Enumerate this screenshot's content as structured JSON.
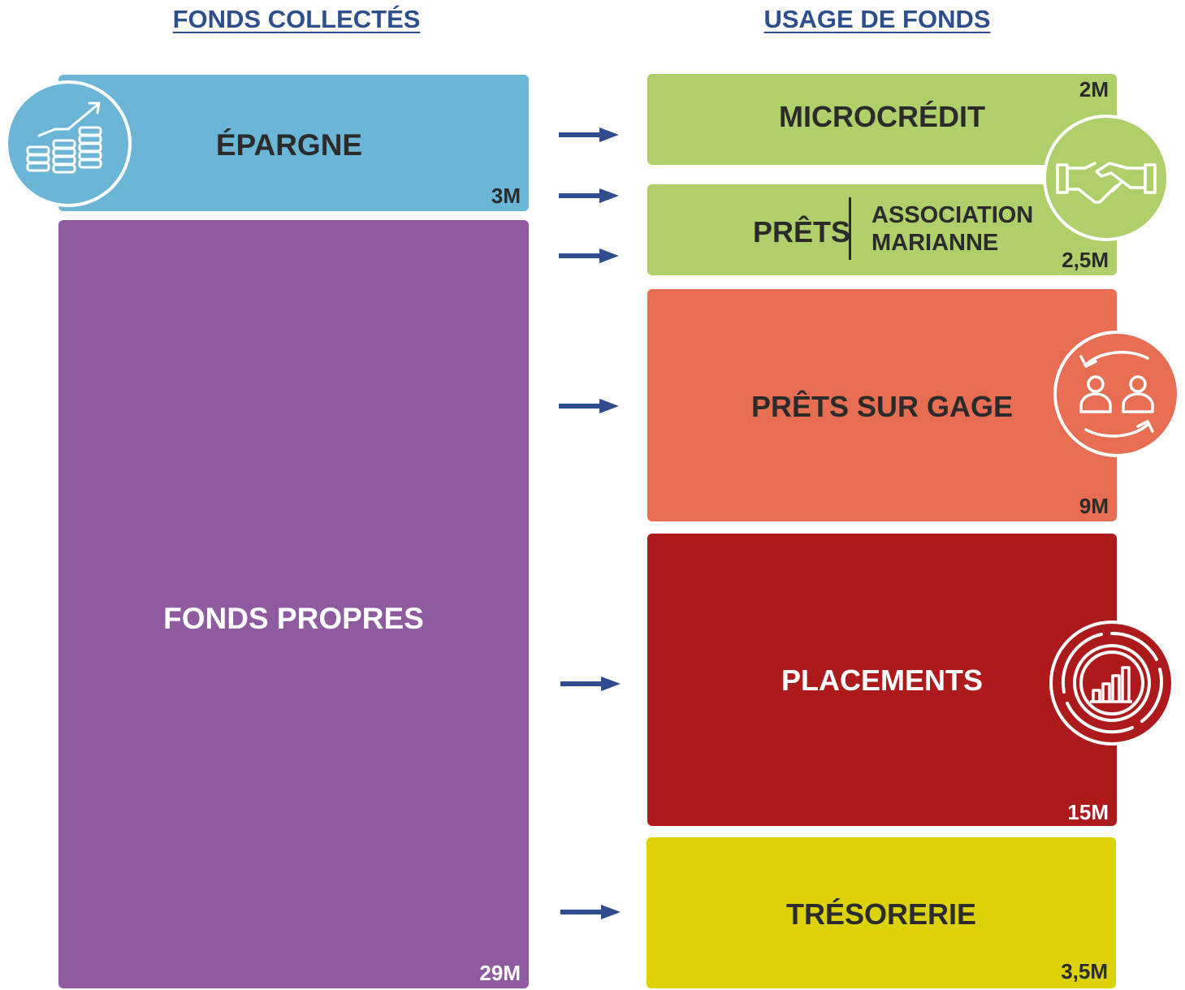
{
  "headings": {
    "left": "FONDS COLLECTÉS",
    "right": "USAGE DE FONDS"
  },
  "colors": {
    "heading": "#2d4f8c",
    "arrow": "#2f4d8e",
    "epargne": "#6bb6d6",
    "fonds_propres": "#8f5a9f",
    "microcredit": "#aecf69",
    "prets": "#aecf69",
    "prets_sur_gage": "#e76e52",
    "placements": "#ad1a1c",
    "tresorerie": "#ddd208"
  },
  "sources": [
    {
      "label": "ÉPARGNE",
      "amount": "3M",
      "icon": "coins-growth-icon"
    },
    {
      "label": "FONDS PROPRES",
      "amount": "29M"
    }
  ],
  "uses": [
    {
      "label": "MICROCRÉDIT",
      "amount": "2M",
      "icon": "handshake-icon"
    },
    {
      "label": "PRÊTS",
      "sublabel_line1": "ASSOCIATION",
      "sublabel_line2": "MARIANNE",
      "amount": "2,5M"
    },
    {
      "label": "PRÊTS SUR GAGE",
      "amount": "9M",
      "icon": "people-exchange-icon"
    },
    {
      "label": "PLACEMENTS",
      "amount": "15M",
      "icon": "bar-chart-target-icon"
    },
    {
      "label": "TRÉSORERIE",
      "amount": "3,5M"
    }
  ]
}
